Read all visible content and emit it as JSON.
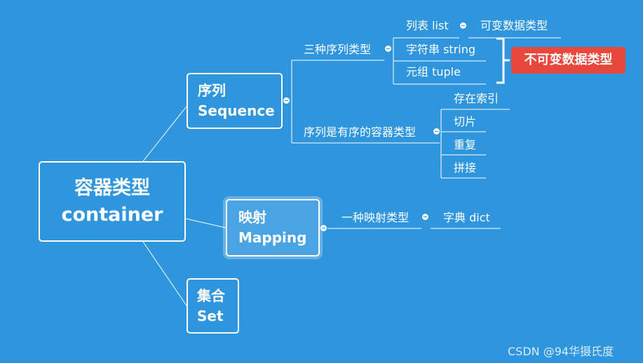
{
  "root": {
    "line1": "容器类型",
    "line2": "container"
  },
  "sequence": {
    "line1": "序列",
    "line2": "Sequence",
    "branch_types": {
      "label": "三种序列类型",
      "items": {
        "list": "列表 list",
        "string": "字符串 string",
        "tuple": "元组 tuple"
      },
      "list_note": "可变数据类型",
      "immutable_note": "不可变数据类型"
    },
    "branch_ordered": {
      "label": "序列是有序的容器类型",
      "items": {
        "index": "存在索引",
        "slice": "切片",
        "repeat": "重复",
        "concat": "拼接"
      }
    }
  },
  "mapping": {
    "line1": "映射",
    "line2": "Mapping",
    "branch": {
      "label": "一种映射类型",
      "item": "字典 dict"
    }
  },
  "set": {
    "line1": "集合",
    "line2": "Set"
  },
  "watermark": "CSDN @94华摄氏度",
  "colors": {
    "background": "#2f95dd",
    "line": "#ffffff",
    "immutable_badge": "#e8483b",
    "mapping_fill": "#4aa3e3"
  }
}
